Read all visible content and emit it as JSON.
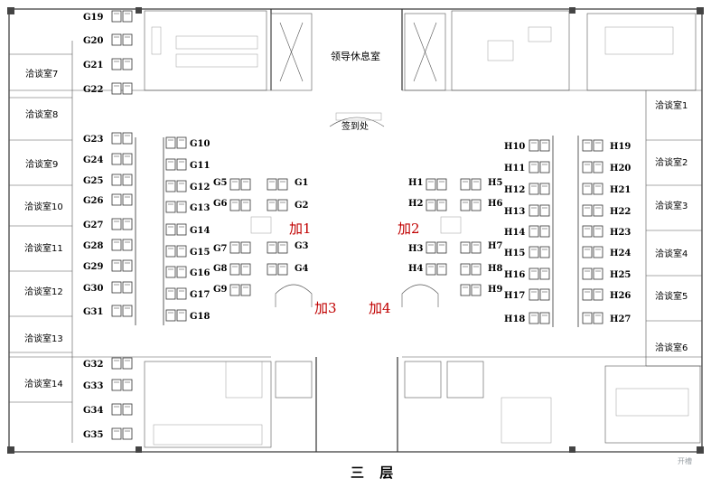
{
  "floor_title": "三 层",
  "rooms": {
    "leader_lounge": "领导休息室",
    "sign_in": "签到处"
  },
  "talk_rooms_left": [
    "洽谈室7",
    "洽谈室8",
    "洽谈室9",
    "洽谈室10",
    "洽谈室11",
    "洽谈室12",
    "洽谈室13",
    "洽谈室14"
  ],
  "talk_rooms_right": [
    "洽谈室1",
    "洽谈室2",
    "洽谈室3",
    "洽谈室4",
    "洽谈室5",
    "洽谈室6"
  ],
  "booths": {
    "g_left_col": [
      "G19",
      "G20",
      "G21",
      "G22",
      "G23",
      "G24",
      "G25",
      "G26",
      "G27",
      "G28",
      "G29",
      "G30",
      "G31",
      "G32",
      "G33",
      "G34",
      "G35"
    ],
    "g_mid_col": [
      "G10",
      "G11",
      "G12",
      "G13",
      "G14",
      "G15",
      "G16",
      "G17",
      "G18"
    ],
    "g_center": [
      "G5",
      "G1",
      "G6",
      "G2",
      "G7",
      "G3",
      "G8",
      "G4",
      "G9"
    ],
    "h_center": [
      "H1",
      "H5",
      "H2",
      "H6",
      "H3",
      "H7",
      "H4",
      "H8",
      "H9"
    ],
    "h_mid_col": [
      "H10",
      "H11",
      "H12",
      "H13",
      "H14",
      "H15",
      "H16",
      "H17",
      "H18"
    ],
    "h_right_col": [
      "H19",
      "H20",
      "H21",
      "H22",
      "H23",
      "H24",
      "H25",
      "H26",
      "H27"
    ]
  },
  "extra_booths": [
    "加1",
    "加2",
    "加3",
    "加4"
  ],
  "watermark": "开槽",
  "colors": {
    "extra_label": "#c00000"
  }
}
